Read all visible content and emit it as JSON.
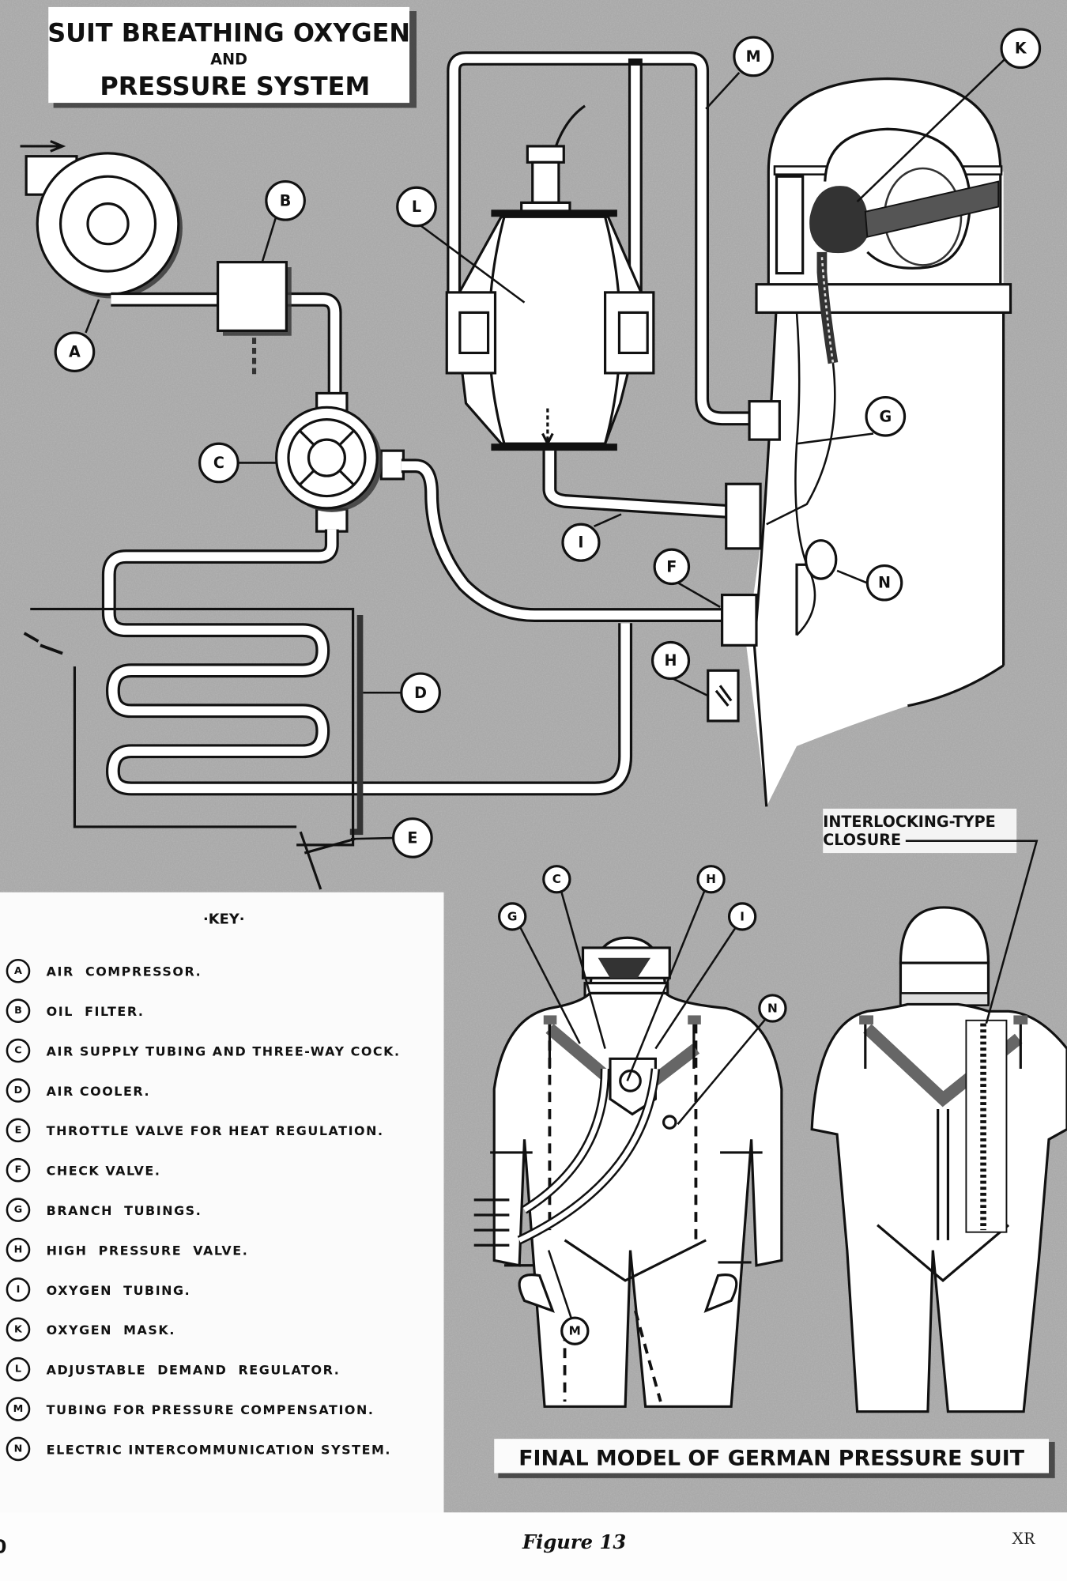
{
  "diagram": {
    "title_line1": "SUIT BREATHING OXYGEN",
    "title_line2": "AND",
    "title_line3": "PRESSURE SYSTEM",
    "callouts_schematic": [
      "A",
      "B",
      "C",
      "D",
      "E",
      "F",
      "G",
      "H",
      "I",
      "K",
      "L",
      "M",
      "N"
    ],
    "callouts_suit_front": [
      "G",
      "C",
      "H",
      "I",
      "N",
      "M"
    ]
  },
  "key": {
    "heading": "·KEY·",
    "items": [
      {
        "letter": "A",
        "label": "AIR  COMPRESSOR."
      },
      {
        "letter": "B",
        "label": "OIL  FILTER."
      },
      {
        "letter": "C",
        "label": "AIR SUPPLY TUBING AND THREE-WAY COCK."
      },
      {
        "letter": "D",
        "label": "AIR COOLER."
      },
      {
        "letter": "E",
        "label": "THROTTLE VALVE FOR HEAT REGULATION."
      },
      {
        "letter": "F",
        "label": "CHECK VALVE."
      },
      {
        "letter": "G",
        "label": "BRANCH  TUBINGS."
      },
      {
        "letter": "H",
        "label": "HIGH  PRESSURE  VALVE."
      },
      {
        "letter": "I",
        "label": "OXYGEN  TUBING."
      },
      {
        "letter": "K",
        "label": "OXYGEN  MASK."
      },
      {
        "letter": "L",
        "label": "ADJUSTABLE  DEMAND  REGULATOR."
      },
      {
        "letter": "M",
        "label": "TUBING FOR PRESSURE COMPENSATION."
      },
      {
        "letter": "N",
        "label": "ELECTRIC INTERCOMMUNICATION SYSTEM."
      }
    ]
  },
  "suit": {
    "closure_label_line1": "INTERLOCKING-TYPE",
    "closure_label_line2": "CLOSURE",
    "banner": "FINAL MODEL OF GERMAN PRESSURE SUIT"
  },
  "footer": {
    "page_fragment": "0",
    "caption": "Figure 13",
    "watermark": "XR"
  }
}
